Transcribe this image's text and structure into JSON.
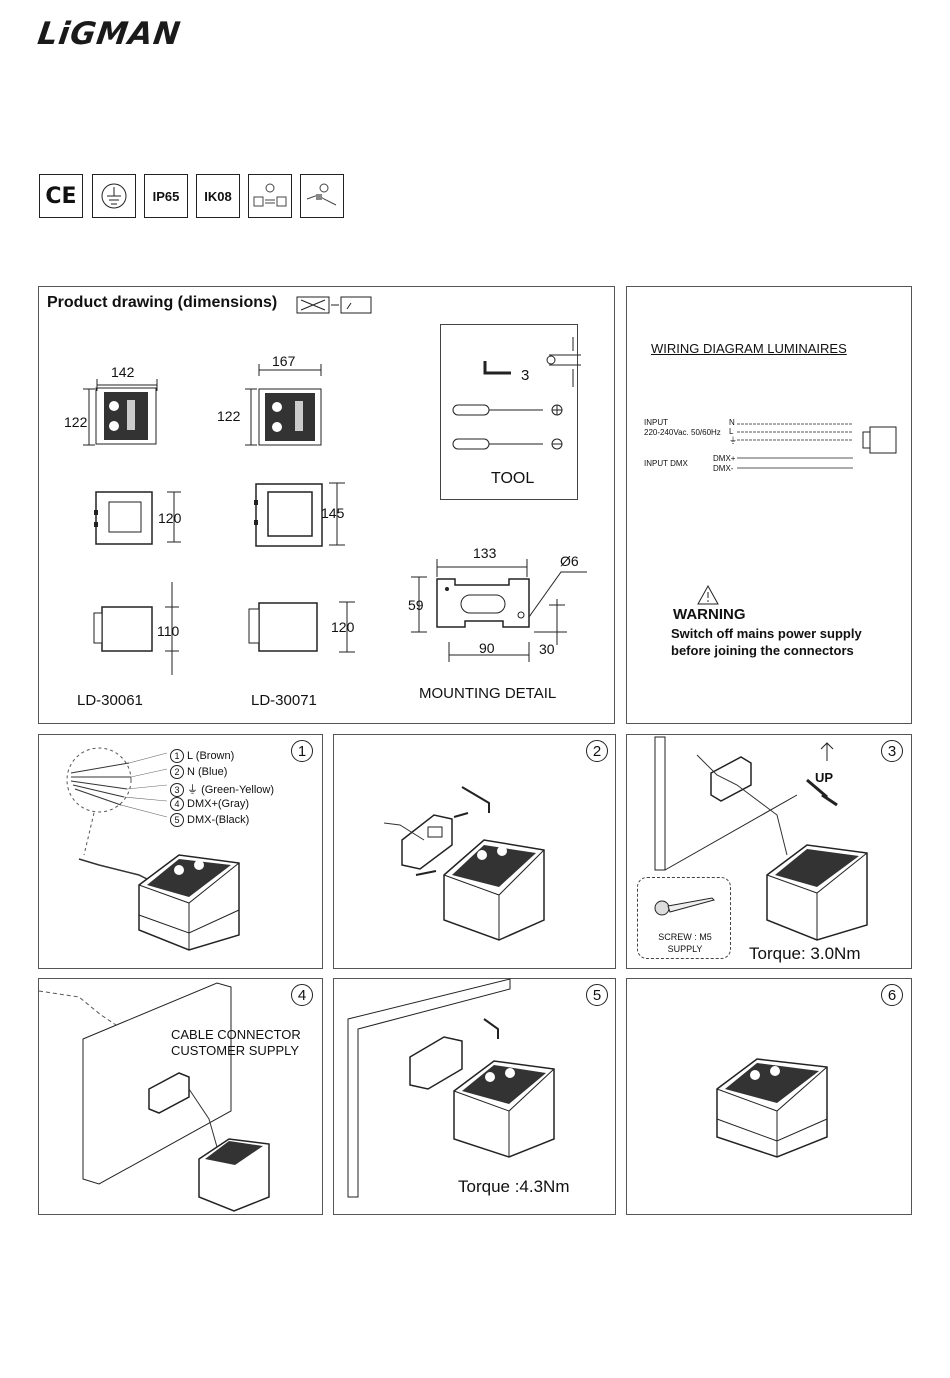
{
  "brand": "LiGMAN",
  "certifications": [
    {
      "label": "CE",
      "icon": "ce-mark-icon"
    },
    {
      "label": "",
      "icon": "ground-symbol-icon"
    },
    {
      "label": "IP65",
      "icon": "ip65-icon"
    },
    {
      "label": "IK08",
      "icon": "ik08-icon"
    },
    {
      "label": "",
      "icon": "voltage-converter-icon"
    },
    {
      "label": "",
      "icon": "cable-connector-icon"
    }
  ],
  "product_drawing": {
    "title": "Product drawing (dimensions)",
    "models": [
      {
        "name": "LD-30061",
        "top_width": "142",
        "top_height": "122",
        "front_height": "120",
        "side_height": "110"
      },
      {
        "name": "LD-30071",
        "top_width": "167",
        "top_height": "122",
        "front_height": "145",
        "side_height": "120"
      }
    ],
    "tool": {
      "label": "TOOL",
      "hex_size": "3"
    },
    "mounting": {
      "label": "MOUNTING DETAIL",
      "width": "133",
      "hole": "Ø6",
      "height": "59",
      "hole_spacing": "90",
      "offset": "30"
    }
  },
  "wiring": {
    "title": "WIRING DIAGRAM LUMINAIRES",
    "input_label": "INPUT",
    "input_spec": "220-240Vac. 50/60Hz",
    "terminals": [
      "N",
      "L",
      "⏚"
    ],
    "dmx_label": "INPUT DMX",
    "dmx_terminals": [
      "DMX+",
      "DMX-"
    ],
    "warning_title": "WARNING",
    "warning_text_1": "Switch off mains power supply",
    "warning_text_2": "before joining the connectors"
  },
  "steps": [
    {
      "number": "1",
      "wires": [
        {
          "n": "1",
          "label": "L",
          "note": "(Brown)"
        },
        {
          "n": "2",
          "label": "N",
          "note": "(Blue)"
        },
        {
          "n": "3",
          "label": "⏚",
          "note": "(Green-Yellow)"
        },
        {
          "n": "4",
          "label": "DMX+",
          "note": "(Gray)"
        },
        {
          "n": "5",
          "label": "DMX-",
          "note": "(Black)"
        }
      ]
    },
    {
      "number": "2"
    },
    {
      "number": "3",
      "up": "UP",
      "screw": "SCREW : M5",
      "supply": "SUPPLY",
      "torque": "Torque: 3.0Nm"
    },
    {
      "number": "4",
      "cable_1": "CABLE CONNECTOR",
      "cable_2": "CUSTOMER SUPPLY"
    },
    {
      "number": "5",
      "torque": "Torque :4.3Nm"
    },
    {
      "number": "6"
    }
  ]
}
